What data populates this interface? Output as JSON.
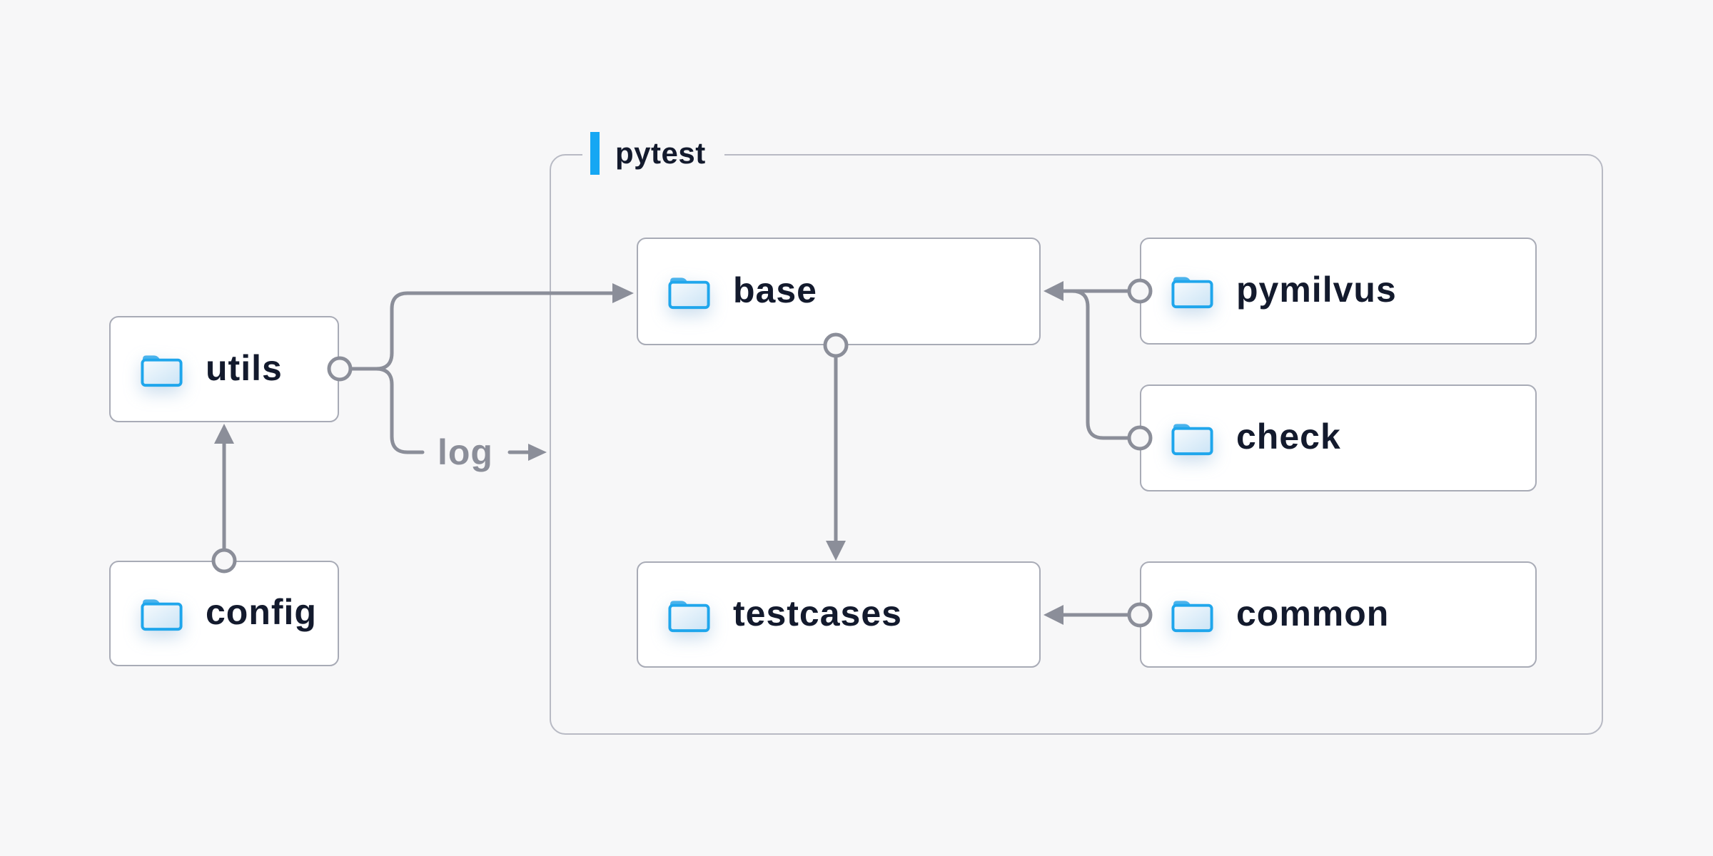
{
  "diagram": {
    "group": {
      "label": "pytest"
    },
    "nodes": [
      {
        "id": "utils",
        "label": "utils"
      },
      {
        "id": "config",
        "label": "config"
      },
      {
        "id": "base",
        "label": "base"
      },
      {
        "id": "pymilvus",
        "label": "pymilvus"
      },
      {
        "id": "check",
        "label": "check"
      },
      {
        "id": "testcases",
        "label": "testcases"
      },
      {
        "id": "common",
        "label": "common"
      }
    ],
    "edge_label": "log",
    "edges": [
      {
        "from": "config",
        "to": "utils"
      },
      {
        "from": "utils",
        "to": "base"
      },
      {
        "from": "utils",
        "to": "log"
      },
      {
        "from": "pymilvus",
        "to": "base"
      },
      {
        "from": "check",
        "to": "base"
      },
      {
        "from": "base",
        "to": "testcases"
      },
      {
        "from": "common",
        "to": "testcases"
      }
    ],
    "colors": {
      "background": "#f7f7f8",
      "accent_blue": "#16a7f3",
      "node_text": "#131a2d",
      "node_border": "#a8abb6",
      "group_border": "#b8bac4",
      "connector": "#8b8e99",
      "folder_stroke": "#1fa6ec",
      "folder_tab": "#4ab3ec"
    }
  }
}
